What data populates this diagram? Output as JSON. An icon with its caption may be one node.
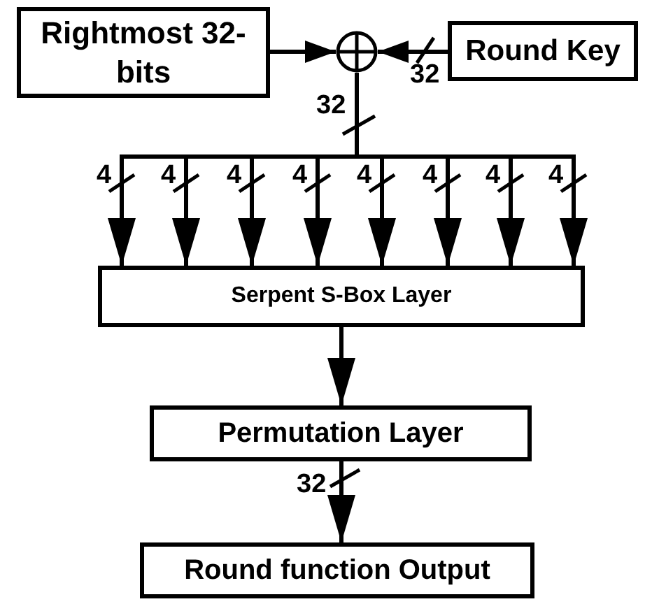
{
  "diagram": {
    "nodes": [
      {
        "text": [
          "Rightmost 32-bits"
        ]
      },
      {
        "text": [],
        "shape": "circle"
      },
      {
        "text": [
          "Round Key"
        ]
      },
      {
        "text": [
          "Serpent S-Box Layer"
        ]
      },
      {
        "text": [
          "Permutation Layer"
        ]
      },
      {
        "text": [
          "Round function Output"
        ]
      }
    ],
    "edges": [
      {
        "from": 0,
        "to": 1,
        "arrow": "to"
      },
      {
        "from": 2,
        "to": 1,
        "arrow": "to",
        "label": "32"
      },
      {
        "from": 1,
        "to": 3,
        "arrow": "to",
        "label": "32"
      },
      {
        "from": 3,
        "to": 4,
        "arrow": "to"
      },
      {
        "from": 4,
        "to": 5,
        "arrow": "to",
        "label": "32"
      }
    ],
    "labels": [
      "4",
      "4",
      "4",
      "4",
      "4",
      "4",
      "4",
      "4"
    ]
  }
}
